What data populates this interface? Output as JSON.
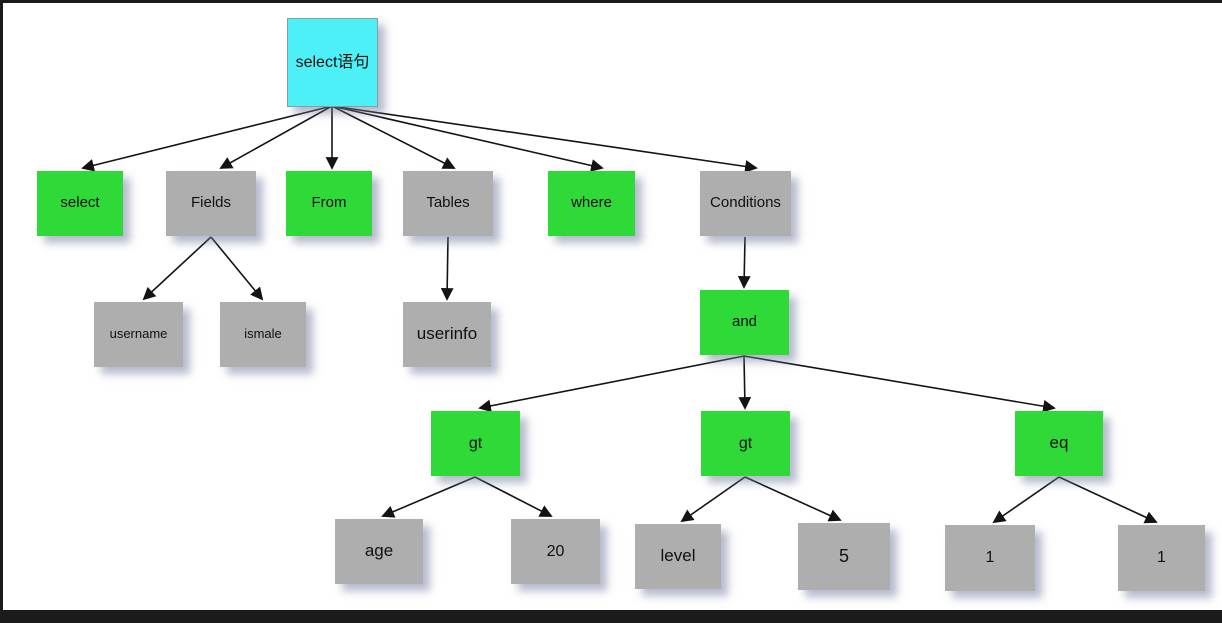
{
  "diagram": {
    "type": "tree",
    "description_domain": "SQL select statement parse tree",
    "colors": {
      "root_fill": "#4df0f7",
      "operator_fill": "#2fd938",
      "operand_fill": "#aeaeae",
      "edge": "#141414",
      "text": "#111111",
      "canvas": "#ffffff",
      "frame": "#1b1b1b"
    },
    "nodes": [
      {
        "id": "root",
        "label": "select语句",
        "kind": "root"
      },
      {
        "id": "select",
        "label": "select",
        "kind": "operator"
      },
      {
        "id": "fields",
        "label": "Fields",
        "kind": "operand"
      },
      {
        "id": "from",
        "label": "From",
        "kind": "operator"
      },
      {
        "id": "tables",
        "label": "Tables",
        "kind": "operand"
      },
      {
        "id": "where",
        "label": "where",
        "kind": "operator"
      },
      {
        "id": "conditions",
        "label": "Conditions",
        "kind": "operand"
      },
      {
        "id": "username",
        "label": "username",
        "kind": "operand"
      },
      {
        "id": "ismale",
        "label": "ismale",
        "kind": "operand"
      },
      {
        "id": "userinfo",
        "label": "userinfo",
        "kind": "operand"
      },
      {
        "id": "and",
        "label": "and",
        "kind": "operator"
      },
      {
        "id": "gt-1",
        "label": "gt",
        "kind": "operator"
      },
      {
        "id": "gt-2",
        "label": "gt",
        "kind": "operator"
      },
      {
        "id": "eq",
        "label": "eq",
        "kind": "operator"
      },
      {
        "id": "age",
        "label": "age",
        "kind": "operand"
      },
      {
        "id": "value-20",
        "label": "20",
        "kind": "operand"
      },
      {
        "id": "level",
        "label": "level",
        "kind": "operand"
      },
      {
        "id": "value-5",
        "label": "5",
        "kind": "operand"
      },
      {
        "id": "value-1-left",
        "label": "1",
        "kind": "operand"
      },
      {
        "id": "value-1-right",
        "label": "1",
        "kind": "operand"
      }
    ],
    "edges": [
      [
        "root",
        "select"
      ],
      [
        "root",
        "fields"
      ],
      [
        "root",
        "from"
      ],
      [
        "root",
        "tables"
      ],
      [
        "root",
        "where"
      ],
      [
        "root",
        "conditions"
      ],
      [
        "fields",
        "username"
      ],
      [
        "fields",
        "ismale"
      ],
      [
        "tables",
        "userinfo"
      ],
      [
        "conditions",
        "and"
      ],
      [
        "and",
        "gt-1"
      ],
      [
        "and",
        "gt-2"
      ],
      [
        "and",
        "eq"
      ],
      [
        "gt-1",
        "age"
      ],
      [
        "gt-1",
        "value-20"
      ],
      [
        "gt-2",
        "level"
      ],
      [
        "gt-2",
        "value-5"
      ],
      [
        "eq",
        "value-1-left"
      ],
      [
        "eq",
        "value-1-right"
      ]
    ]
  }
}
